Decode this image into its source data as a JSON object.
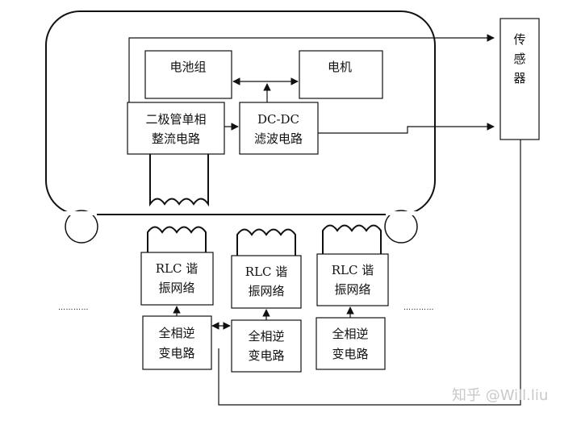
{
  "blocks": {
    "battery": "电池组",
    "motor": "电机",
    "rectifier": [
      "二极管单相",
      "整流电路"
    ],
    "dcdc": [
      "DC-DC",
      "滤波电路"
    ],
    "sensor": [
      "传",
      "感",
      "器"
    ],
    "rlc": [
      "RLC 谐",
      "振网络"
    ],
    "inverter": [
      "全相逆",
      "变电路"
    ]
  },
  "ellipsis": "…………",
  "watermark": "知乎 @Will.liu",
  "colors": {
    "line": "#111111",
    "background": "#ffffff",
    "watermark": "#c9c9c9"
  }
}
